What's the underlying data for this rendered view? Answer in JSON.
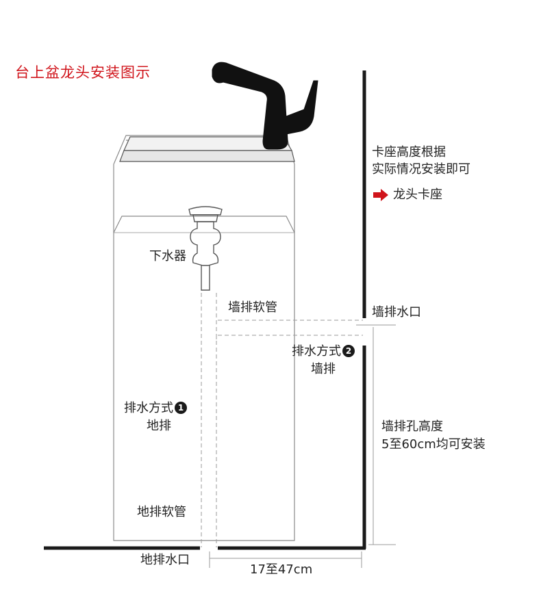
{
  "title": "台上盆龙头安装图示",
  "labels": {
    "drain": "下水器",
    "wall_hose": "墙排软管",
    "seat_note_1": "卡座高度根据",
    "seat_note_2": "实际情况安装即可",
    "faucet_seat": "龙头卡座",
    "wall_outlet": "墙排水口",
    "method2": "排水方式",
    "method2_num": "2",
    "method2_sub": "墙排",
    "method1": "排水方式",
    "method1_num": "1",
    "method1_sub": "地排",
    "hole_height_1": "墙排孔高度",
    "hole_height_2": "5至60cm均可安装",
    "floor_hose": "地排软管",
    "floor_outlet": "地排水口",
    "distance": "17至47cm"
  },
  "colors": {
    "title": "#d0141b",
    "arrow": "#d0141b",
    "line": "#1a1a1a",
    "sketch": "#8a8a8a",
    "dim": "#9a9a9a"
  }
}
